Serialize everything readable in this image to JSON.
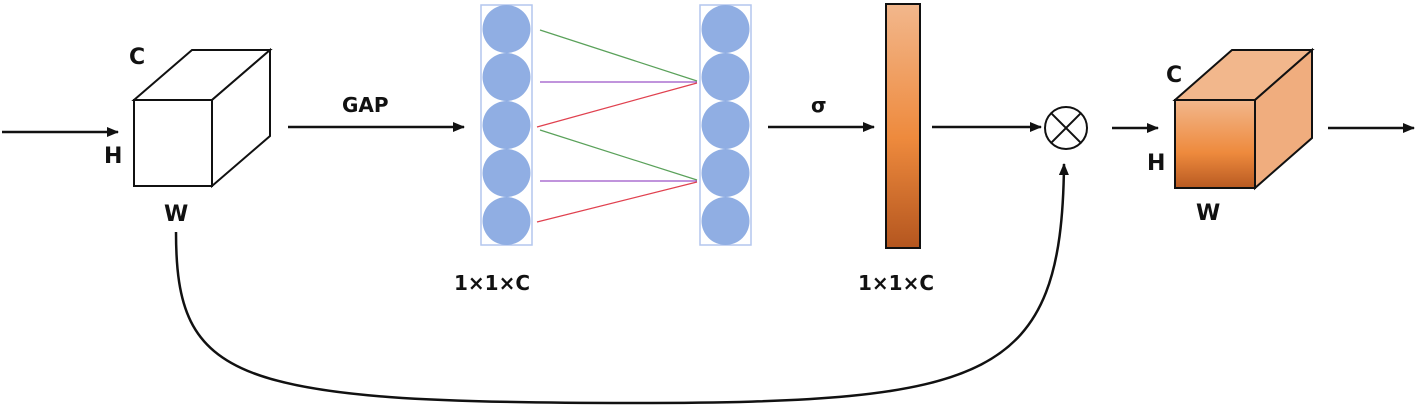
{
  "labels": {
    "input_c": "C",
    "input_h": "H",
    "input_w": "W",
    "gap": "GAP",
    "fc_size": "1×1×C",
    "sigma": "σ",
    "weights_size": "1×1×C",
    "output_c": "C",
    "output_h": "H",
    "output_w": "W"
  },
  "operator_symbol": "multiply-circle",
  "colors": {
    "stroke": "#111111",
    "neuron_fill": "#90aee3",
    "neuron_frame": "#b3c6ee",
    "link_green": "#5aa15a",
    "link_purple": "#9a55c6",
    "link_red": "#e0414f",
    "orange_light": "#f1b58a",
    "orange_mid": "#ee8a3d",
    "orange_dark": "#b4561f"
  }
}
